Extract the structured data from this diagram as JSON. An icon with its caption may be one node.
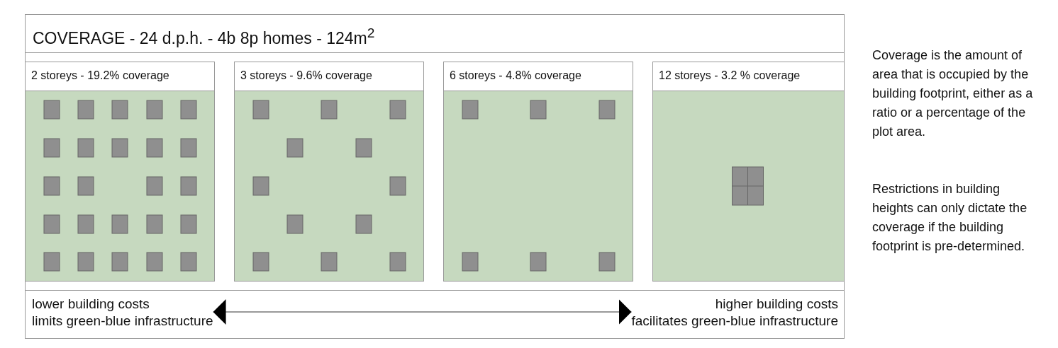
{
  "diagram": {
    "title": "COVERAGE - 24 d.p.h. - 4b 8p homes - 124m$^{2}$",
    "nodes": [
      {
        "text": [
          "2 storeys - 19.2% coverage"
        ]
      },
      {
        "text": [
          "3 storeys - 9.6% coverage"
        ]
      },
      {
        "text": [
          "6 storeys - 4.8% coverage"
        ]
      },
      {
        "text": [
          "12 storeys - 3.2 % coverage"
        ]
      },
      {
        "text": [
          "lower building costs limits green-blue infrastructure"
        ]
      },
      {
        "text": [
          "higher building costs facilitates green-blue infrastructure"
        ]
      }
    ],
    "edges": [
      {
        "from": 4,
        "to": 5,
        "arrow": "both"
      }
    ],
    "labels": [
      "Coverage is the amount of area that is occupied by the building footprint, either as a ratio or a percentage of the plot area.",
      "Restrictions in building heights can only dictate the coverage if the building footprint is pre-determined."
    ]
  }
}
